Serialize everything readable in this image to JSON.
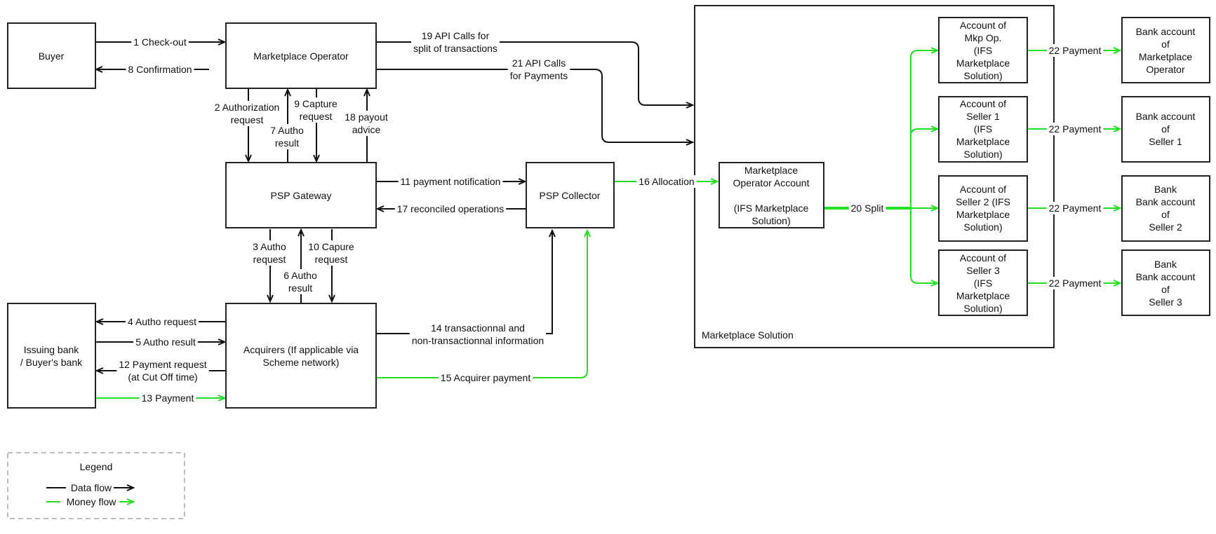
{
  "boxes": {
    "buyer": [
      "Buyer"
    ],
    "marketplace_operator": [
      "Marketplace Operator"
    ],
    "psp_gateway": [
      "PSP Gateway"
    ],
    "psp_collector": [
      "PSP Collector"
    ],
    "issuing_bank": [
      "Issuing bank",
      "/ Buyer's bank"
    ],
    "acquirers": [
      "Acquirers (If applicable via",
      "Scheme network)"
    ],
    "mkp_operator_account": [
      "Marketplace",
      "Operator Account",
      "",
      "(IFS Marketplace",
      "Solution)"
    ],
    "account_mkp_op": [
      "Account of",
      "Mkp Op.",
      "(IFS",
      "Marketplace",
      "Solution)"
    ],
    "account_seller1": [
      "Account of",
      "Seller 1",
      "(IFS",
      "Marketplace",
      "Solution)"
    ],
    "account_seller2": [
      "Account of",
      "Seller 2 (IFS",
      "Marketplace",
      "Solution)"
    ],
    "account_seller3": [
      "Account of",
      "Seller 3",
      "(IFS",
      "Marketplace",
      "Solution)"
    ],
    "bank_mkp_operator": [
      "Bank account",
      "of",
      "Marketplace",
      "Operator"
    ],
    "bank_seller1": [
      "Bank account",
      "of",
      "Seller 1"
    ],
    "bank_seller2": [
      "Bank",
      "Bank account",
      "of",
      "Seller 2"
    ],
    "bank_seller3": [
      "Bank",
      "Bank account",
      "of",
      "Seller 3"
    ],
    "marketplace_solution_title": "Marketplace Solution"
  },
  "flows": {
    "f1": [
      "1 Check-out"
    ],
    "f2": [
      "2 Authorization",
      "request"
    ],
    "f3": [
      "3 Autho",
      "request"
    ],
    "f4": [
      "4 Autho request"
    ],
    "f5": [
      "5 Autho result"
    ],
    "f6": [
      "6 Autho",
      "result"
    ],
    "f7": [
      "7 Autho",
      "result"
    ],
    "f8": [
      "8 Confirmation"
    ],
    "f9": [
      "9 Capture",
      "request"
    ],
    "f10": [
      "10 Capure",
      "request"
    ],
    "f11": [
      "11 payment notification"
    ],
    "f12": [
      "12 Payment request",
      "(at Cut Off  time)"
    ],
    "f13": [
      "13 Payment"
    ],
    "f14": [
      "14 transactionnal and",
      "non-transactionnal information"
    ],
    "f15": [
      "15 Acquirer payment"
    ],
    "f16": [
      "16 Allocation"
    ],
    "f17": [
      "17 reconciled operations"
    ],
    "f18": [
      "18 payout",
      "advice"
    ],
    "f19": [
      "19 API Calls for",
      "split of transactions"
    ],
    "f20": [
      "20 Split"
    ],
    "f21": [
      "21 API Calls",
      "for Payments"
    ],
    "f22": [
      "22 Payment"
    ]
  },
  "legend": {
    "title": "Legend",
    "data_flow": "Data flow",
    "money_flow": "Money flow"
  },
  "colors": {
    "data_flow": "#111111",
    "money_flow": "#22e022"
  }
}
